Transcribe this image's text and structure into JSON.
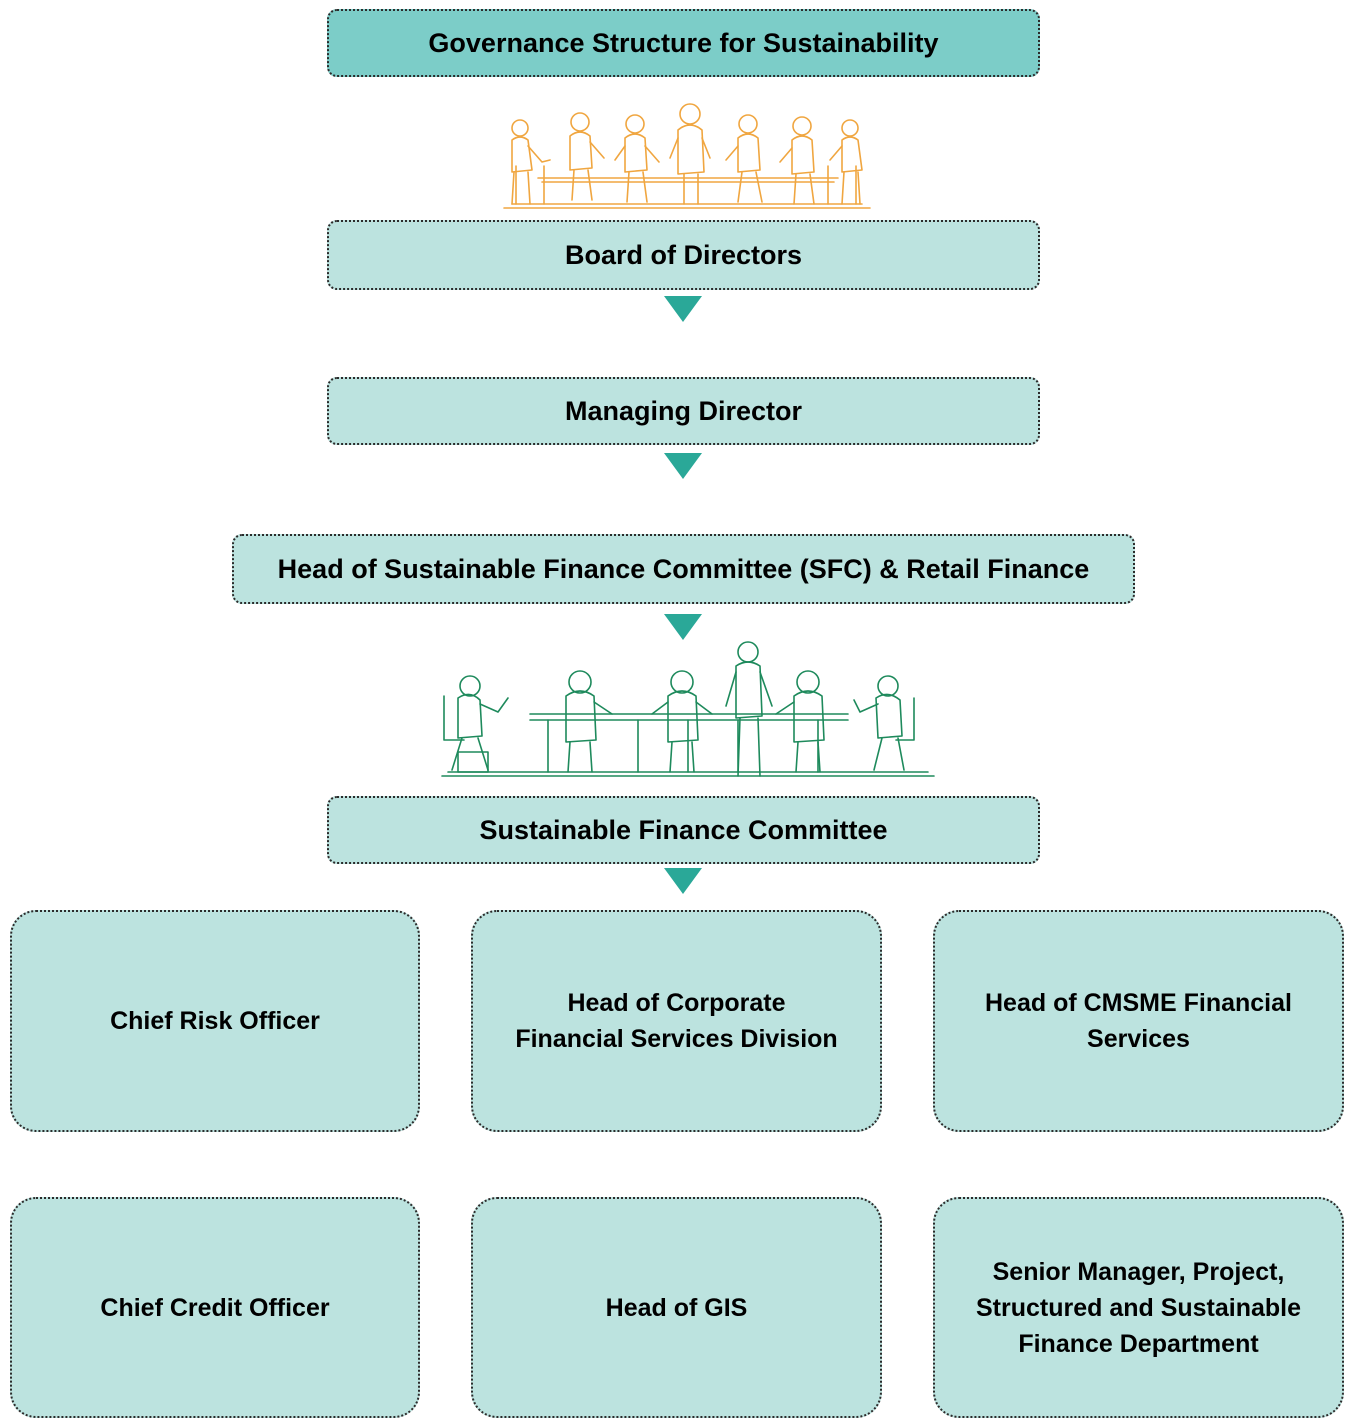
{
  "title": "Governance Structure for Sustainability",
  "chain": {
    "board": "Board of Directors",
    "md": "Managing Director",
    "head_sfc": "Head of Sustainable Finance Committee (SFC) & Retail Finance",
    "sfc": "Sustainable Finance Committee"
  },
  "members": [
    {
      "lines": [
        "Chief Risk Officer"
      ]
    },
    {
      "lines": [
        "Head of Corporate",
        "Financial Services Division"
      ]
    },
    {
      "lines": [
        "Head of CMSME Financial",
        "Services"
      ]
    },
    {
      "lines": [
        "Chief Credit Officer"
      ]
    },
    {
      "lines": [
        "Head of GIS"
      ]
    },
    {
      "lines": [
        "Senior Manager, Project,",
        "Structured and Sustainable",
        "Finance Department"
      ]
    }
  ],
  "colors": {
    "title_fill": "#7ccdc8",
    "box_fill": "#bce3df",
    "arrow": "#2aa898",
    "board_art": "#f0a640",
    "committee_art": "#1e8a5c"
  },
  "icons": {
    "board_art": "board-meeting-silhouette-icon",
    "committee_art": "committee-meeting-silhouette-icon"
  }
}
